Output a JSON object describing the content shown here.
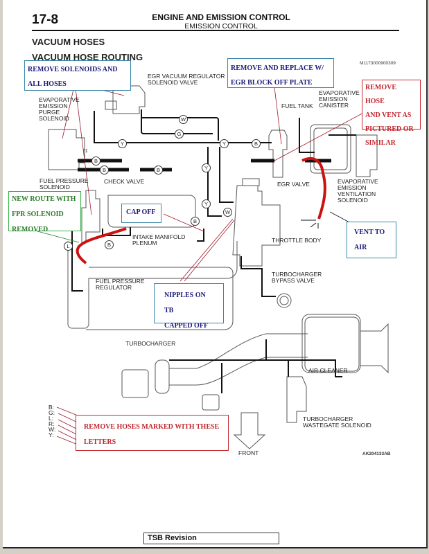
{
  "header": {
    "page_number": "17-8",
    "title": "ENGINE AND EMISSION CONTROL",
    "subtitle": "EMISSION CONTROL"
  },
  "sections": {
    "section_title": "VACUUM HOSES",
    "subsection_title": "VACUUM HOSE ROUTING",
    "figure_ref_top": "M1173000900309",
    "figure_ref_bottom": "AK204133AB"
  },
  "labels": {
    "egr_vacuum_regulator": "EGR VACUUM REGULATOR\nSOLENOID VALVE",
    "evap_purge_solenoid": "EVAPORATIVE\nEMISSION\nPURGE\nSOLENOID",
    "fuel_tank": "FUEL TANK",
    "evap_canister": "EVAPORATIVE\nEMISSION\nCANISTER",
    "egr_valve": "EGR VALVE",
    "evap_ventilation_solenoid": "EVAPORATIVE\nEMISSION\nVENTILATION\nSOLENOID",
    "fuel_pressure_solenoid": "FUEL PRESSURE\nSOLENOID",
    "check_valve": "CHECK VALVE",
    "intake_manifold_plenum": "INTAKE MANIFOLD\nPLENUM",
    "throttle_body": "THROTTLE BODY",
    "fuel_pressure_regulator": "FUEL PRESSURE\nREGULATOR",
    "turbocharger_bypass_valve": "TURBOCHARGER\nBYPASS VALVE",
    "turbocharger": "TURBOCHARGER",
    "air_cleaner": "AIR CLEANER",
    "turbocharger_wastegate_solenoid": "TURBOCHARGER\nWASTEGATE SOLENOID",
    "front": "FRONT",
    "footnote_marker": "*1"
  },
  "hose_codes": [
    "W",
    "G",
    "Y",
    "B",
    "L"
  ],
  "legend_letters": [
    "B:",
    "G:",
    "L:",
    "R:",
    "W:",
    "Y:"
  ],
  "annotations": {
    "remove_solenoids": [
      "REMOVE SOLENOIDS AND",
      "ALL HOSES"
    ],
    "egr_block_off": [
      "REMOVE AND REPLACE W/",
      "EGR BLOCK OFF PLATE"
    ],
    "remove_hose_vent": [
      "REMOVE HOSE",
      "AND VENT AS",
      "PICTURED OR",
      "SIMILAR"
    ],
    "new_route": [
      "NEW ROUTE WITH",
      "FPR SOLENOID",
      "REMOVED"
    ],
    "cap_off": [
      "CAP OFF"
    ],
    "vent_to_air": [
      "VENT TO",
      "AIR"
    ],
    "nipples_capped": [
      "NIPPLES ON TB",
      "CAPPED OFF"
    ],
    "remove_hoses_letters": [
      "REMOVE HOSES MARKED WITH THESE",
      "LETTERS"
    ]
  },
  "footer": {
    "tsb_revision": "TSB Revision"
  },
  "colors": {
    "annotation_blue": "#1a1a7a",
    "annotation_red": "#c0262c",
    "annotation_green": "#2a7a2a",
    "hose_red": "#cc1111"
  }
}
